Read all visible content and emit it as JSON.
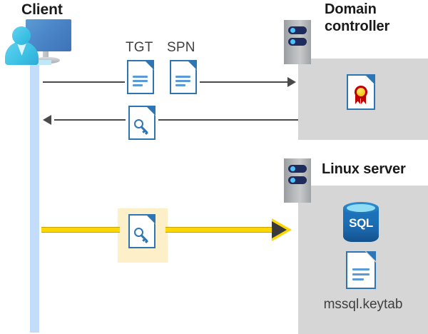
{
  "diagram": {
    "title_client": "Client",
    "title_domain_controller": "Domain\ncontroller",
    "title_linux_server": "Linux server",
    "colors": {
      "panel_gray": "#d6d6d6",
      "lifeline_blue": "#c3dcfa",
      "doc_blue": "#2e75b6",
      "doc_line_blue": "#5b9bd5",
      "highlight_yellow": "#fdf0c8",
      "arrow_yellow": "#ffd700",
      "arrow_gray": "#4a4a4a",
      "sql_blue": "#1b74bd",
      "cert_red": "#c00000",
      "cert_gold": "#f5c518",
      "rack_navy": "#1f2a5e",
      "rack_led": "#4fc3f7"
    }
  },
  "actors": {
    "client": {
      "label": "Client",
      "icon": "user-computer-icon"
    },
    "domain_controller": {
      "label": "Domain\ncontroller",
      "icon": "server-rack-icon",
      "contents": [
        {
          "icon": "certificate-icon",
          "label": ""
        }
      ]
    },
    "linux_server": {
      "label": "Linux server",
      "icon": "server-rack-icon",
      "contents": [
        {
          "icon": "sql-database-icon",
          "label": "SQL"
        },
        {
          "icon": "document-icon",
          "label": "mssql.keytab"
        }
      ]
    }
  },
  "sql_icon": {
    "label": "SQL"
  },
  "keytab": {
    "label": "mssql.keytab"
  },
  "messages": [
    {
      "id": "request",
      "from": "client",
      "to": "domain_controller",
      "direction": "right",
      "style": "gray",
      "artifacts": [
        {
          "label": "TGT",
          "icon": "document-icon"
        },
        {
          "label": "SPN",
          "icon": "document-icon"
        }
      ]
    },
    {
      "id": "response",
      "from": "domain_controller",
      "to": "client",
      "direction": "left",
      "style": "gray",
      "artifacts": [
        {
          "label": "",
          "icon": "key-document-icon"
        }
      ]
    },
    {
      "id": "authenticate",
      "from": "client",
      "to": "linux_server",
      "direction": "right",
      "style": "yellow-highlight",
      "artifacts": [
        {
          "label": "",
          "icon": "key-document-icon"
        }
      ]
    }
  ],
  "labels": {
    "tgt": "TGT",
    "spn": "SPN"
  }
}
